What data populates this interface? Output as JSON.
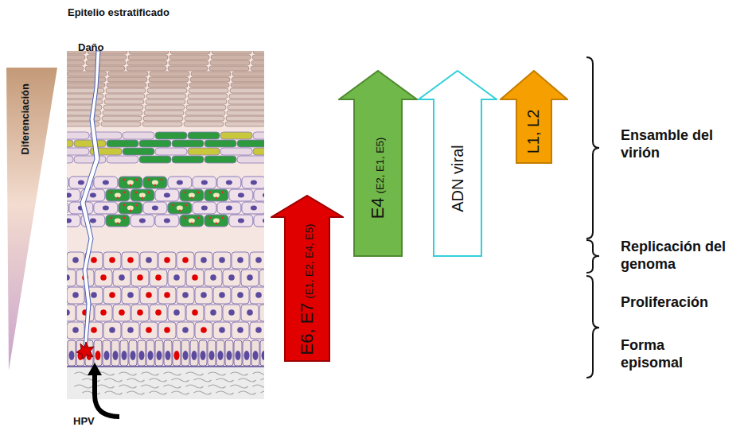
{
  "diagram": {
    "title": "Epitelio estratificado",
    "nodes": [
      {
        "text": [
          "E6, E7",
          "(E1, E2, E4, E5)"
        ]
      },
      {
        "text": [
          "E4",
          "(E2, E1, E5)"
        ]
      },
      {
        "text": [
          "ADN viral"
        ]
      },
      {
        "text": [
          "L1, L2"
        ]
      }
    ],
    "labels": [
      "Daño",
      "Diferenciación",
      "HPV",
      "Ensamble del virión",
      "Replicación del genoma",
      "Proliferación",
      "Forma episomal"
    ]
  }
}
